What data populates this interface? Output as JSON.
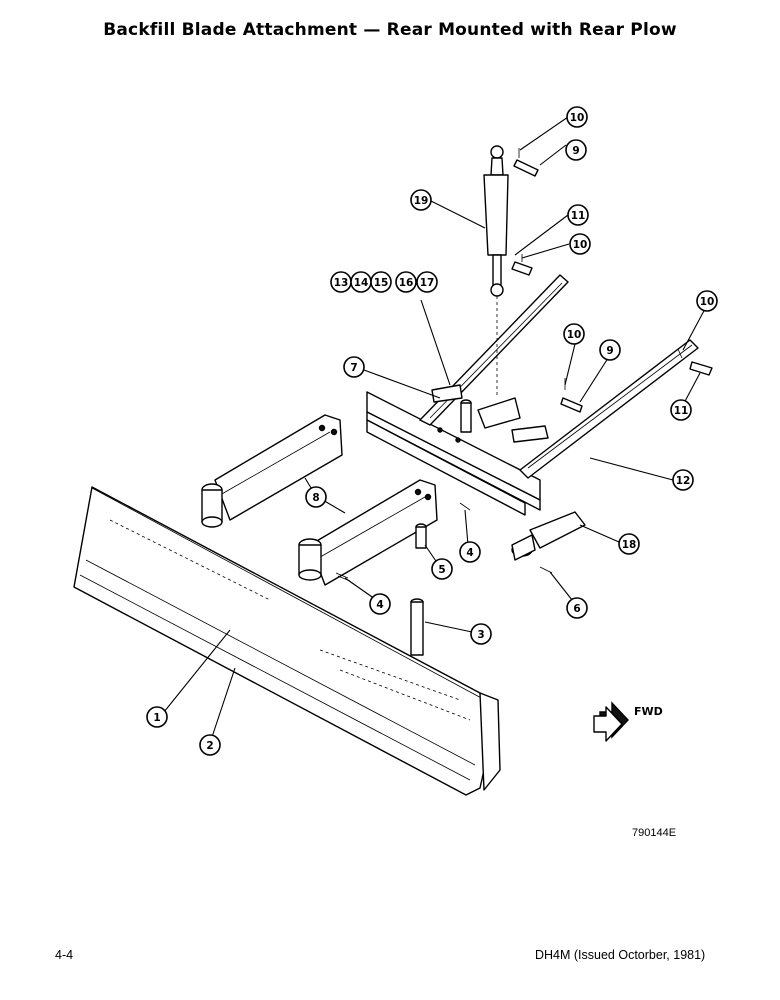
{
  "title": "Backfill Blade Attachment — Rear Mounted with Rear Plow",
  "drawing_number": "790144E",
  "direction_label": "FWD",
  "footer": {
    "page_number": "4-4",
    "document": "DH4M (Issued Octorber, 1981)"
  },
  "callouts": [
    "1",
    "2",
    "3",
    "4",
    "4",
    "5",
    "6",
    "7",
    "8",
    "9",
    "9",
    "10",
    "10",
    "10",
    "10",
    "11",
    "11",
    "12",
    "13",
    "14",
    "15",
    "16",
    "17",
    "18",
    "19"
  ]
}
